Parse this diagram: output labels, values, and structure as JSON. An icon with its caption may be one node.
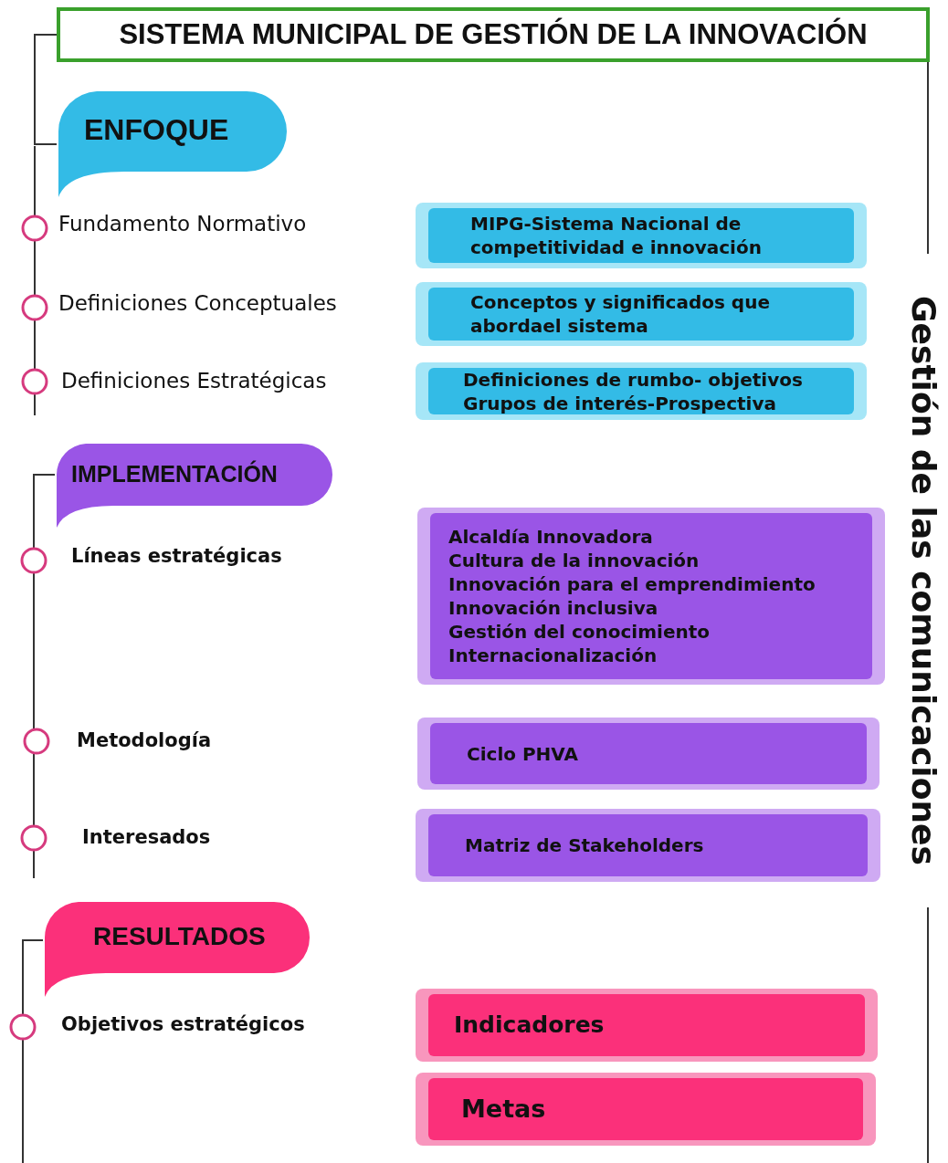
{
  "diagram": {
    "nodes": [
      {
        "text": [
          "SISTEMA MUNICIPAL DE GESTIÓN DE LA INNOVACIÓN"
        ]
      },
      {
        "text": [
          "Gestión de las comunicaciones"
        ]
      },
      {
        "text": [
          "ENFOQUE"
        ]
      },
      {
        "text": [
          "MIPG-Sistema Nacional de competitividad e innovación"
        ]
      },
      {
        "text": [
          "Conceptos y significados que abordael sistema"
        ]
      },
      {
        "text": [
          "Definiciones de rumbo- objetivos",
          "Grupos de interés-Prospectiva"
        ]
      },
      {
        "text": [
          "IMPLEMENTACIÓN"
        ]
      },
      {
        "text": [
          "Alcaldía Innovadora",
          "Cultura de la innovación",
          "Innovación para el emprendimiento",
          "Innovación inclusiva",
          "Gestión del conocimiento",
          "Internacionalización"
        ]
      },
      {
        "text": [
          "Ciclo PHVA"
        ]
      },
      {
        "text": [
          "Matriz de Stakeholders"
        ]
      },
      {
        "text": [
          "RESULTADOS"
        ]
      },
      {
        "text": [
          "Indicadores"
        ]
      },
      {
        "text": [
          "Metas"
        ]
      }
    ],
    "edges": [
      {
        "from": 0,
        "to": 2,
        "arrow": "none"
      },
      {
        "from": 0,
        "to": 1,
        "arrow": "none"
      }
    ],
    "labels": [
      "Fundamento Normativo",
      "Definiciones Conceptuales",
      "Definiciones Estratégicas",
      "Líneas estratégicas",
      "Metodología",
      "Interesados",
      "Objetivos estratégicos"
    ]
  }
}
